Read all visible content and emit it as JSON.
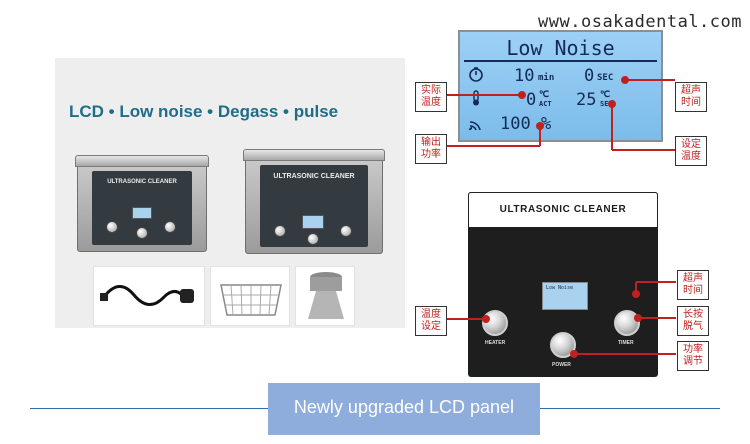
{
  "watermark": "www.osakadental.com",
  "headline": "LCD • Low noise •  Degass • pulse",
  "product": {
    "tank_label": "ULTRASONIC CLEANER",
    "panel_title": "ULTRASONIC CLEANER",
    "knob_labels": {
      "heater": "HEATER",
      "power": "POWER",
      "timer": "TIMER"
    }
  },
  "lcd": {
    "title": "Low Noise",
    "time_value": "10",
    "time_unit": "min",
    "sec_value": "0",
    "sec_unit": "SEC",
    "actual_temp": "0",
    "actual_unit": "℃",
    "actual_tag": "ACT",
    "set_temp": "25",
    "set_unit": "℃",
    "set_tag": "SET",
    "power": "100 %"
  },
  "callouts": {
    "actual_temp": "实际\n温度",
    "output_power": "输出\n功率",
    "ultrasonic_time": "超声\n时间",
    "set_temp": "设定\n温度",
    "temp_setting": "温度\n设定",
    "ultrasonic_time_2": "超声\n时间",
    "long_press_degas": "长按\n脱气",
    "power_adjust": "功率\n调节"
  },
  "banner": "Newly upgraded LCD panel"
}
